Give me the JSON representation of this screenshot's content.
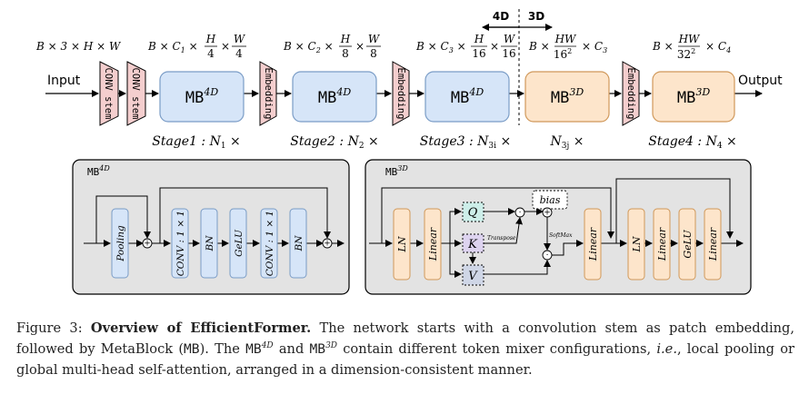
{
  "figure": {
    "top": {
      "input_label": "Input",
      "output_label": "Output",
      "input_shape": "B × 3 × H × W",
      "stem_labels": [
        "CONV stem",
        "CONV stem"
      ],
      "embedding_label": "Embedding",
      "shape_prefix_1": "B × C",
      "shapes": [
        {
          "c": "1",
          "h": "H",
          "hd": "4",
          "w": "W",
          "wd": "4"
        },
        {
          "c": "2",
          "h": "H",
          "hd": "8",
          "w": "W",
          "wd": "8"
        },
        {
          "c": "3",
          "h": "H",
          "hd": "16",
          "w": "W",
          "wd": "16"
        }
      ],
      "shape_3d_a": {
        "num": "HW",
        "den": "16",
        "den_sup": "2",
        "c": "3"
      },
      "shape_3d_b": {
        "num": "HW",
        "den": "32",
        "den_sup": "2",
        "c": "4"
      },
      "mb_label": "MB",
      "mb_4d_sup": "4D",
      "mb_3d_sup": "3D",
      "stages": [
        {
          "label": "Stage1",
          "n": "N",
          "sub": "1"
        },
        {
          "label": "Stage2",
          "n": "N",
          "sub": "2"
        },
        {
          "label": "Stage3",
          "n": "N",
          "sub": "3i"
        },
        {
          "label": "",
          "n": "N",
          "sub": "3j"
        },
        {
          "label": "Stage4",
          "n": "N",
          "sub": "4"
        }
      ],
      "arrow_4d": "4D",
      "arrow_3d": "3D"
    },
    "panel_4d": {
      "title": "MB",
      "title_sup": "4D",
      "blocks": [
        "Pooling",
        "CONV : 1 × 1",
        "BN",
        "GeLU",
        "CONV : 1 × 1",
        "BN"
      ]
    },
    "panel_3d": {
      "title": "MB",
      "title_sup": "3D",
      "blocks": [
        "LN",
        "Linear",
        "Linear",
        "LN",
        "Linear",
        "GeLU",
        "Linear"
      ],
      "q": "Q",
      "k": "K",
      "v": "V",
      "bias": "bias",
      "transpose": "Transpose",
      "softmax": "SoftMax"
    },
    "colors": {
      "blue_fill": "#d6e5f8",
      "blue_stroke": "#7a9cc6",
      "orange_fill": "#fde5cb",
      "orange_stroke": "#d0985a",
      "pink_fill": "#f4cece",
      "panel_fill": "#e3e3e3",
      "q_fill": "#cdeee9",
      "k_fill": "#ddd3ef",
      "v_fill": "#cfd6e6"
    }
  },
  "caption": {
    "prefix": "Figure 3: ",
    "bold": "Overview of EfficientFormer.",
    "text1": " The network starts with a convolution stem as patch embedding, followed by MetaBlock (",
    "mb": "MB",
    "text2": "). The ",
    "mb4": "MB",
    "sup4": "4D",
    "text3": " and ",
    "mb3": "MB",
    "sup3": "3D",
    "text4": " contain different token mixer configurations, ",
    "ie": "i.e.",
    "text5": ", local pooling or global multi-head self-attention, arranged in a dimension-consistent manner."
  }
}
